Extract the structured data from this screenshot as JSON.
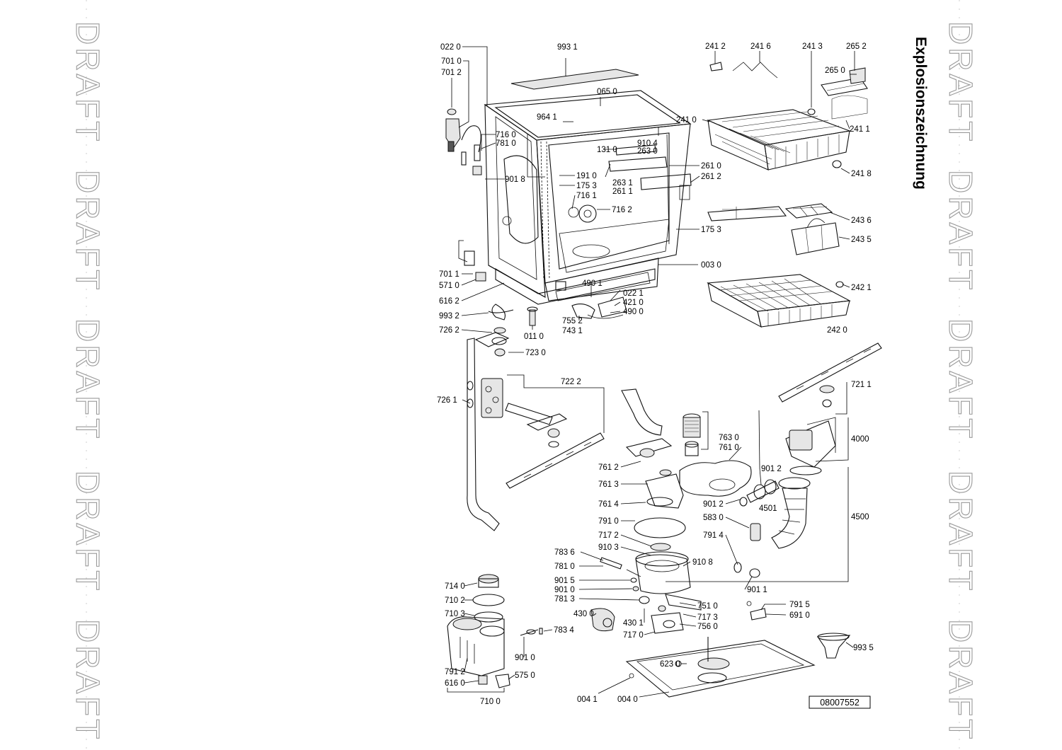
{
  "title": "Explosionszeichnung",
  "watermark": "DRAFT",
  "drawing_number": "08007552",
  "colors": {
    "line": "#111111",
    "watermark_outline": "#9a9a9a",
    "background": "#ffffff"
  },
  "labels": [
    "022 0",
    "701 0",
    "701 2",
    "993 1",
    "065 0",
    "964 1",
    "716 0",
    "781 0",
    "131 0",
    "910 4",
    "263 0",
    "901 8",
    "191 0",
    "175 3",
    "716 1",
    "716 2",
    "263 1",
    "261 1",
    "261 0",
    "261 2",
    "175 3",
    "241 2",
    "241 6",
    "241 3",
    "265 2",
    "265 0",
    "241 0",
    "241 1",
    "241 8",
    "243 6",
    "243 5",
    "242 1",
    "242 0",
    "003 0",
    "701 1",
    "571 0",
    "616 2",
    "490 1",
    "022 1",
    "421 0",
    "490 0",
    "993 2",
    "755 2",
    "743 1",
    "011 0",
    "726 2",
    "723 0",
    "722 2",
    "721 1",
    "726 1",
    "763 0",
    "761 0",
    "4000",
    "761 2",
    "901 2",
    "761 3",
    "901 2",
    "4501",
    "761 4",
    "791 0",
    "583 0",
    "4500",
    "717 2",
    "791 4",
    "910 3",
    "783 6",
    "910 8",
    "781 0",
    "901 5",
    "901 0",
    "781 3",
    "901 1",
    "751 0",
    "714 0",
    "710 2",
    "791 5",
    "710 3",
    "430 0",
    "717 3",
    "691 0",
    "430 1",
    "756 0",
    "783 4",
    "717 0",
    "901 0",
    "993 5",
    "623 0",
    "791 2",
    "575 0",
    "616 0",
    "004 1",
    "004 0",
    "710 0"
  ]
}
